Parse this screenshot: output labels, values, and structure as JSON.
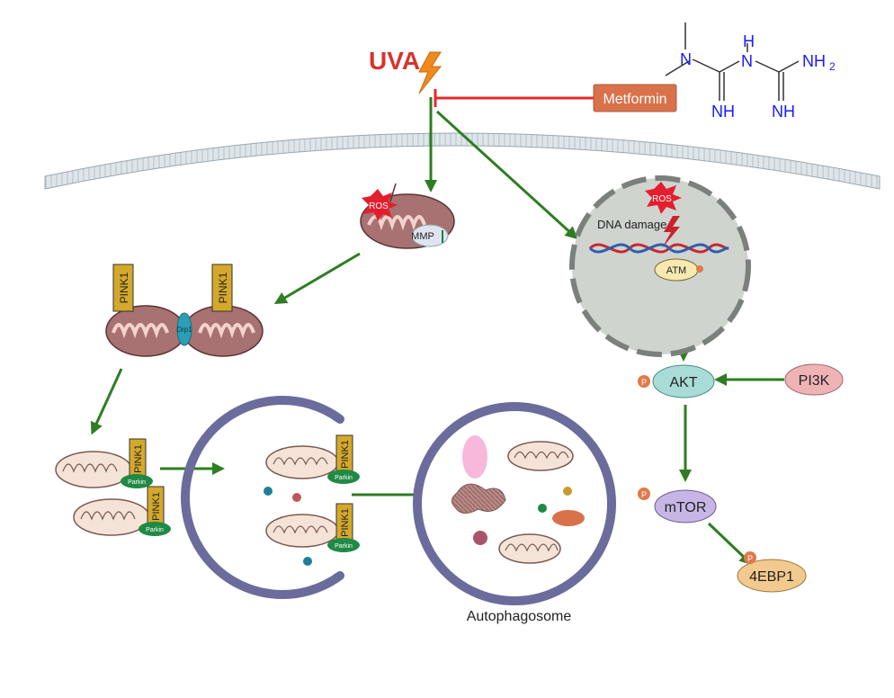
{
  "labels": {
    "uva": "UVA",
    "metformin": "Metformin",
    "ros_mito": "ROS",
    "ros_nucleus": "ROS",
    "mmp": "MMP",
    "dna_damage": "DNA damage",
    "atm": "ATM",
    "pink1": "PINK1",
    "drp1": "Drp1",
    "parkin": "Parkin",
    "akt": "AKT",
    "pi3k": "PI3K",
    "mtor": "mTOR",
    "fourebp1": "4EBP1",
    "phospho": "P",
    "autophagosome": "Autophagosome"
  },
  "structure": {
    "nh_left": "NH",
    "nh_right": "NH",
    "nh_top": "H",
    "n_top": "N",
    "n_left": "N",
    "nh2": "NH",
    "nh2_sub": "2"
  },
  "colors": {
    "uva_red": "#d7332f",
    "arrow_green": "#2e7d22",
    "inhibit_red": "#e02c2c",
    "metformin_fill": "#d9714a",
    "mito_fill": "#a87172",
    "pink1_fill": "#d4a82a",
    "parkin_fill": "#1f8a45",
    "akt_fill": "#a9dcd6",
    "pi3k_fill": "#efb3b6",
    "mtor_fill": "#c7b5e5",
    "ebp1_fill": "#f2c98e",
    "nucleus_fill": "#cfd4cf",
    "phagophore": "#6b6c9c",
    "structure_blue": "#1a1aff"
  }
}
